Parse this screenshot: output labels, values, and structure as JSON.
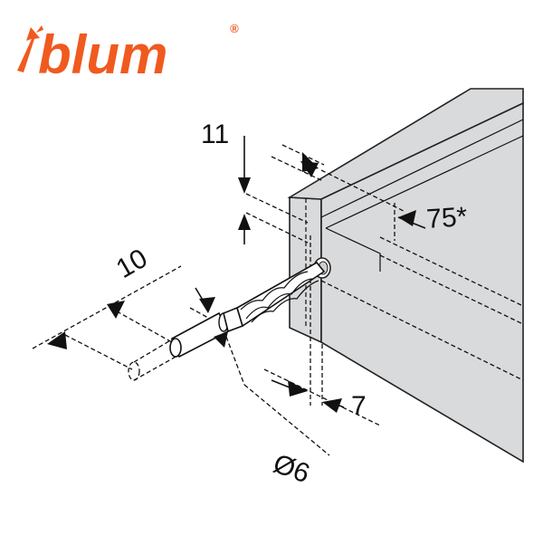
{
  "logo": {
    "brand_text": "blum",
    "registered_mark": "®",
    "brand_color": "#f05a1f"
  },
  "diagram": {
    "panel_fill": "#d9dadc",
    "panel_edge": "#222222",
    "dimensions": {
      "top_offset": "11",
      "depth_offset": "75*",
      "pin_length": "10",
      "edge_offset": "7",
      "diameter": "Ø6"
    }
  }
}
